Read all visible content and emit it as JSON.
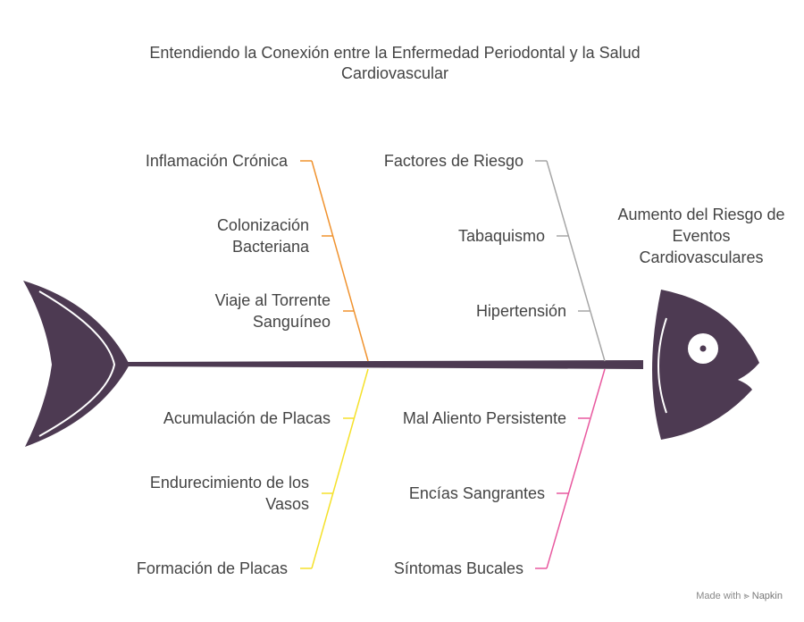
{
  "title": "Entendiendo la Conexión entre la Enfermedad Periodontal y la Salud Cardiovascular",
  "effect": "Aumento del Riesgo de Eventos Cardiovasculares",
  "categories": [
    {
      "name": "Inflamación Crónica",
      "color": "#f0922e",
      "causes": [
        "Colonización Bacteriana",
        "Viaje al Torrente Sanguíneo"
      ]
    },
    {
      "name": "Factores de Riesgo",
      "color": "#a6a6a6",
      "causes": [
        "Tabaquismo",
        "Hipertensión"
      ]
    },
    {
      "name": "Formación de Placas",
      "color": "#f5e12b",
      "causes": [
        "Acumulación de Placas",
        "Endurecimiento de los Vasos"
      ]
    },
    {
      "name": "Síntomas Bucales",
      "color": "#e8599f",
      "causes": [
        "Mal Aliento Persistente",
        "Encías Sangrantes"
      ]
    }
  ],
  "fish_color": "#4d3a52",
  "footer": {
    "made_with": "Made with",
    "brand": "Napkin"
  }
}
